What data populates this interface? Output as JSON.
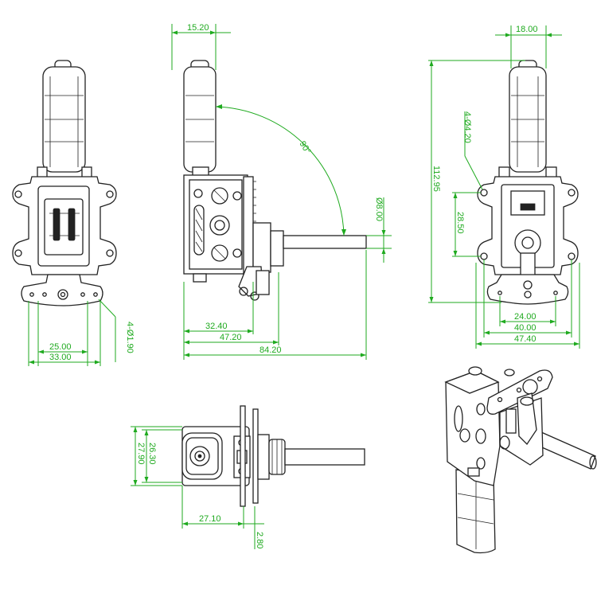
{
  "colors": {
    "dimension": "#1faa1f",
    "outline": "#222222",
    "background": "#ffffff"
  },
  "front_view": {
    "dim_hole_spacing": "25.00",
    "dim_width": "33.00",
    "dim_holes": "4-Ø1.90"
  },
  "side_view": {
    "dim_top": "15.20",
    "dim_angle": "90°",
    "dim_shaft_dia": "Ø8.00",
    "dim_a": "32.40",
    "dim_b": "47.20",
    "dim_total": "84.20"
  },
  "back_view": {
    "dim_top": "18.00",
    "dim_holes": "4-Ø4.20",
    "dim_height": "112.95",
    "dim_hole_vspacing": "28.50",
    "dim_24": "24.00",
    "dim_40": "40.00",
    "dim_47": "47.40"
  },
  "top_view": {
    "dim_27_90": "27.90",
    "dim_26_30": "26.30",
    "dim_27_10": "27.10",
    "dim_2_80": "2.80"
  }
}
